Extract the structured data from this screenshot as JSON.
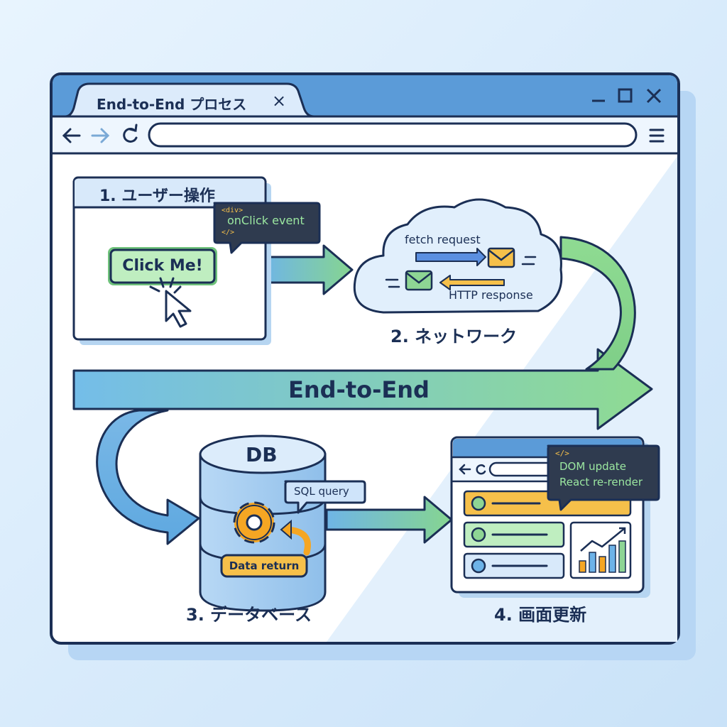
{
  "window": {
    "tab_title": "End-to-End プロセス",
    "tab_close": "×",
    "controls": {
      "minimize": "minimize-icon",
      "maximize": "maximize-icon",
      "close": "close-icon"
    },
    "nav_icons": [
      "back-arrow-icon",
      "forward-arrow-icon",
      "reload-icon"
    ],
    "address_value": "",
    "menu_icon": "hamburger-menu-icon"
  },
  "steps": {
    "user": {
      "title": "1. ユーザー操作",
      "button_label": "Click Me!",
      "code_tag_open": "<div>",
      "code_text": "onClick event",
      "code_tag_close": "</>"
    },
    "network": {
      "title": "2. ネットワーク",
      "request_label": "fetch request",
      "response_label": "HTTP response"
    },
    "database": {
      "title": "3. データベース",
      "db_label": "DB",
      "query_label": "SQL query",
      "return_label": "Data return"
    },
    "screen": {
      "title": "4. 画面更新",
      "code_tag": "</>",
      "code_line1": "DOM update",
      "code_line2": "React re-render"
    }
  },
  "flow": {
    "main_label": "End-to-End"
  },
  "colors": {
    "frame": "#1b2f55",
    "window_header": "#5b9bd8",
    "accent_green": "#7ccf86",
    "accent_blue": "#6db3e8",
    "accent_orange": "#f5a623",
    "code_bg": "#2f3b4f",
    "code_text": "#9be7a0"
  }
}
